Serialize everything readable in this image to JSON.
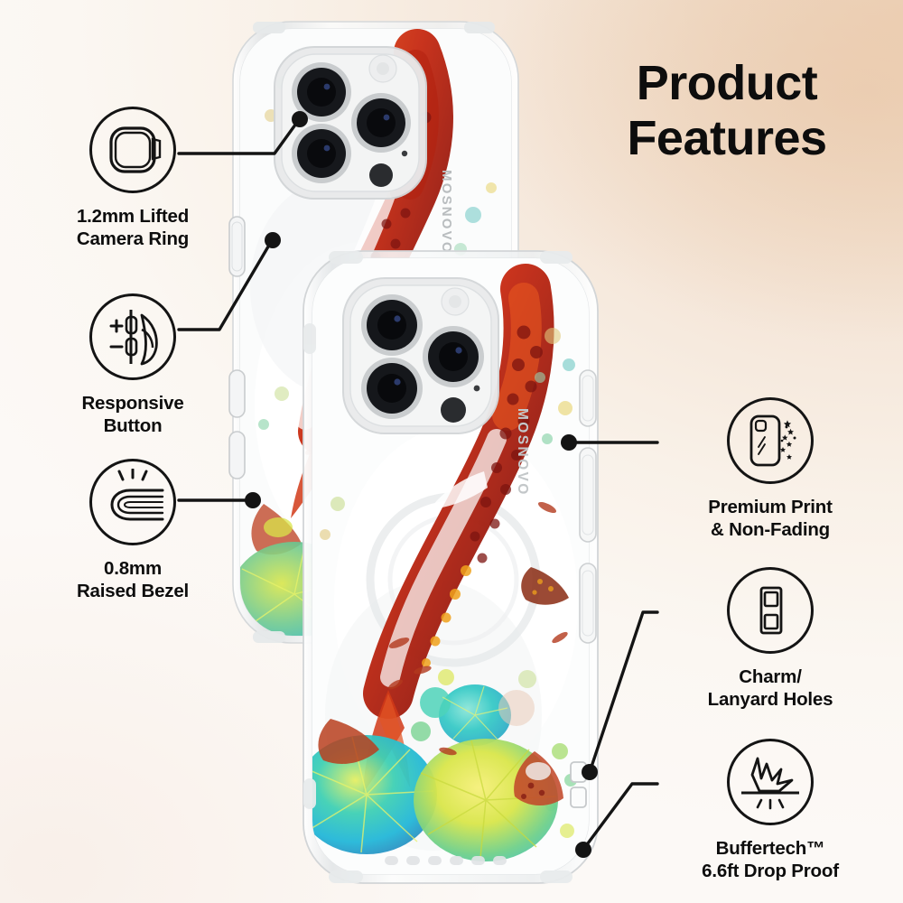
{
  "page": {
    "title_line1": "Product",
    "title_line2": "Features",
    "brand": "MOSNOVO",
    "background_top_right": "#eed4bb",
    "background_bottom_left": "#f7ece3",
    "text_color": "#0d0d0d",
    "line_color": "#141414"
  },
  "features_left": [
    {
      "id": "camera-ring",
      "icon": "camera-module-icon",
      "caption": "1.2mm Lifted\nCamera Ring"
    },
    {
      "id": "responsive-button",
      "icon": "volume-button-press-icon",
      "caption": "Responsive\nButton"
    },
    {
      "id": "raised-bezel",
      "icon": "raised-edge-icon",
      "caption": "0.8mm\nRaised Bezel"
    }
  ],
  "features_right": [
    {
      "id": "premium-print",
      "icon": "phone-case-sparkle-icon",
      "caption": "Premium Print\n& Non-Fading"
    },
    {
      "id": "lanyard-holes",
      "icon": "two-holes-icon",
      "caption": "Charm/\nLanyard Holes"
    },
    {
      "id": "drop-proof",
      "icon": "impact-burst-icon",
      "caption": "Buffertech™\n6.6ft Drop Proof"
    }
  ],
  "product": {
    "artwork": "koi fish and lily pads",
    "case_type": "clear MagSafe phone case",
    "brand_side_text": "MOSNOVO",
    "colors": {
      "koi_red": "#c62b14",
      "koi_orange": "#e8571f",
      "koi_dark": "#7d1410",
      "lily_teal": "#2ec8c0",
      "lily_cyan": "#23b7d8",
      "lily_yellow": "#d9e64a",
      "lily_green": "#8fd44a",
      "bumper_clear": "#f2f3f4"
    }
  }
}
